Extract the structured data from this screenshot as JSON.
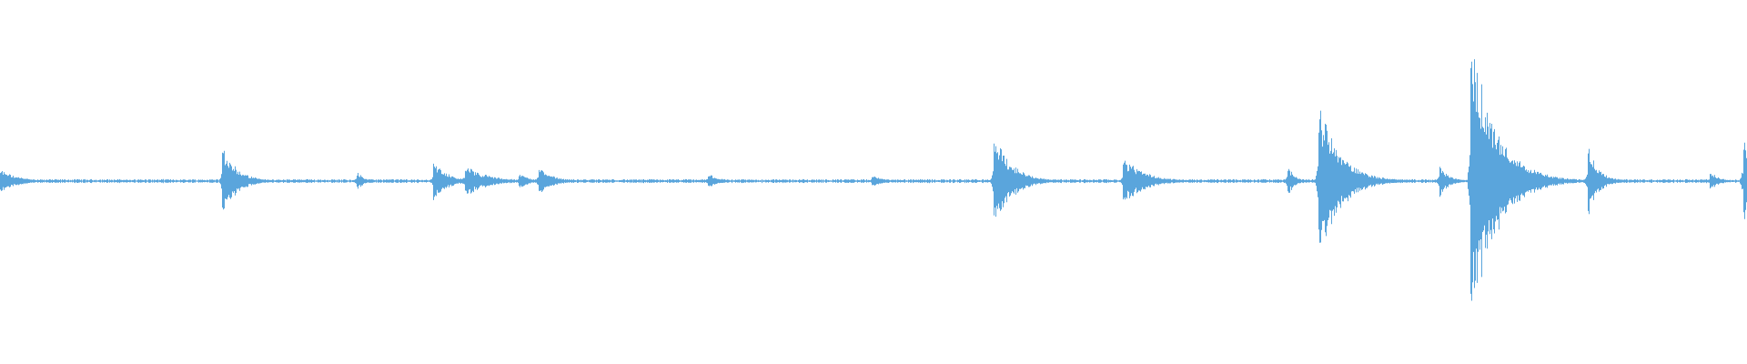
{
  "waveform": {
    "color": "#5aa5dc",
    "amplitude_scale": 1.0,
    "events": [
      {
        "t": 0.0,
        "amp": 0.07,
        "decay": 0.01
      },
      {
        "t": 0.068,
        "amp": 0.01,
        "decay": 0.01
      },
      {
        "t": 0.127,
        "amp": 0.22,
        "decay": 0.008
      },
      {
        "t": 0.204,
        "amp": 0.06,
        "decay": 0.004
      },
      {
        "t": 0.248,
        "amp": 0.12,
        "decay": 0.008
      },
      {
        "t": 0.266,
        "amp": 0.1,
        "decay": 0.012
      },
      {
        "t": 0.297,
        "amp": 0.05,
        "decay": 0.006
      },
      {
        "t": 0.308,
        "amp": 0.09,
        "decay": 0.008
      },
      {
        "t": 0.405,
        "amp": 0.05,
        "decay": 0.006
      },
      {
        "t": 0.499,
        "amp": 0.04,
        "decay": 0.006
      },
      {
        "t": 0.569,
        "amp": 0.29,
        "decay": 0.01
      },
      {
        "t": 0.643,
        "amp": 0.14,
        "decay": 0.012
      },
      {
        "t": 0.737,
        "amp": 0.1,
        "decay": 0.004
      },
      {
        "t": 0.755,
        "amp": 0.47,
        "decay": 0.012
      },
      {
        "t": 0.824,
        "amp": 0.1,
        "decay": 0.005
      },
      {
        "t": 0.842,
        "amp": 0.9,
        "decay": 0.014
      },
      {
        "t": 0.909,
        "amp": 0.22,
        "decay": 0.006
      },
      {
        "t": 0.979,
        "amp": 0.06,
        "decay": 0.005
      },
      {
        "t": 0.998,
        "amp": 0.28,
        "decay": 0.006
      }
    ],
    "noise_floor": 0.008
  }
}
